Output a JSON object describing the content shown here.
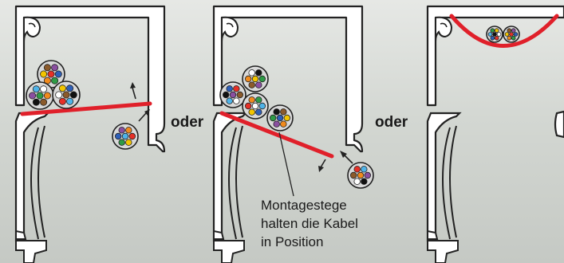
{
  "labels": {
    "or_left": "oder",
    "or_right": "oder",
    "caption_line1": "Montagestege",
    "caption_line2": "halten die Kabel",
    "caption_line3": "in Position"
  },
  "colors": {
    "background": "#dde0dc",
    "duct_fill": "#ffffff",
    "duct_outline": "#222222",
    "clip_red": "#e0202a",
    "cable_sheath": "#d9d9d9",
    "wire_colors": [
      "#e63027",
      "#2e5fb8",
      "#f2c500",
      "#2e9a46",
      "#f08a1d",
      "#8a4fa0",
      "#8b5a2b",
      "#111111",
      "#ffffff",
      "#4fb3e8"
    ]
  },
  "icons": {
    "arrow": "arrow-icon",
    "cable": "cable-bundle-icon"
  }
}
